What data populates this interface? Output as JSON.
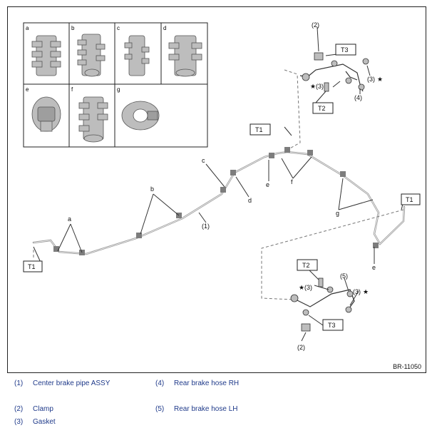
{
  "figure": {
    "id": "BR-11050",
    "clip_panel_letters": [
      "a",
      "b",
      "c",
      "d",
      "e",
      "f",
      "g"
    ],
    "callouts": {
      "a": "a",
      "b": "b",
      "c": "c",
      "d": "d",
      "e1": "e",
      "e2": "e",
      "f": "f",
      "g": "g",
      "n1": "(1)",
      "n2_top": "(2)",
      "n2_bot": "(2)",
      "n3_top1": "(3)",
      "n3_top2": "(3)",
      "n3_bot1": "(3)",
      "n3_bot2": "(3)",
      "n4": "(4)",
      "n5": "(5)",
      "star": "★"
    },
    "torque_boxes": {
      "t1_a": "T1",
      "t1_b": "T1",
      "t1_c": "T1",
      "t2_top": "T2",
      "t2_bot": "T2",
      "t3_top": "T3",
      "t3_bot": "T3"
    }
  },
  "legend": [
    {
      "num": "(1)",
      "label": "Center brake pipe ASSY"
    },
    {
      "num": "(4)",
      "label": "Rear brake hose RH"
    },
    {
      "num": "(2)",
      "label": "Clamp"
    },
    {
      "num": "(5)",
      "label": "Rear brake hose LH"
    },
    {
      "num": "(3)",
      "label": "Gasket"
    }
  ],
  "colors": {
    "legend_text": "#1f3a8a",
    "line": "#333333",
    "pipe": "#9a9a9a"
  }
}
